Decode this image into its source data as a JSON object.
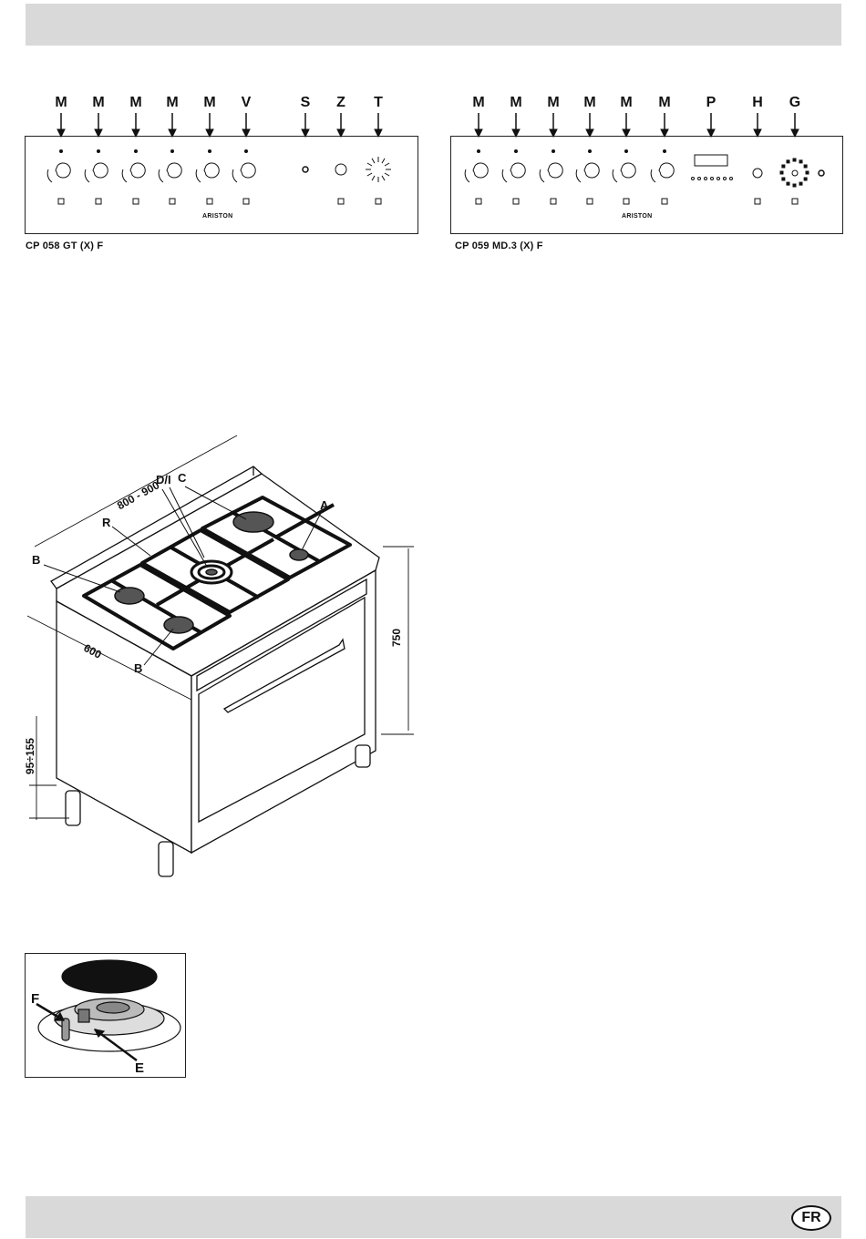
{
  "header": {
    "bar": ""
  },
  "panel_left": {
    "model": "CP 058 GT (X) F",
    "brand": "ARISTON",
    "callouts": [
      "M",
      "M",
      "M",
      "M",
      "M",
      "V",
      "S",
      "Z",
      "T"
    ]
  },
  "panel_right": {
    "model": "CP 059 MD.3 (X) F",
    "brand": "ARISTON",
    "callouts": [
      "M",
      "M",
      "M",
      "M",
      "M",
      "M",
      "P",
      "H",
      "G"
    ]
  },
  "cooker_diagram": {
    "labels": {
      "dl": "D/I",
      "c": "C",
      "r": "R",
      "a": "A",
      "b_top": "B",
      "b_bottom": "B"
    },
    "dimensions": {
      "depth": "800 - 900",
      "width": "600",
      "height": "750",
      "legs": "95÷155"
    }
  },
  "burner_detail": {
    "labels": {
      "f": "F",
      "e": "E"
    }
  },
  "footer": {
    "language_badge": "FR"
  },
  "colors": {
    "bar": "#d9d9d9",
    "ink": "#111111",
    "burner": "#555555"
  }
}
